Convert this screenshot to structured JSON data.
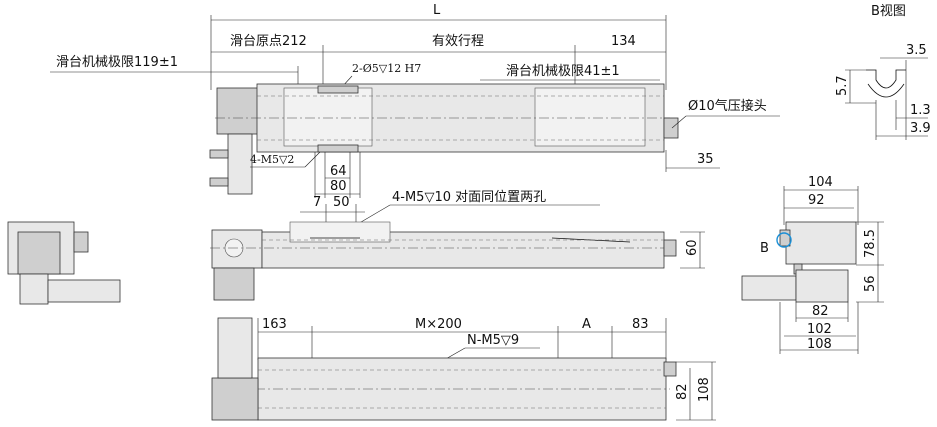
{
  "dimensions": {
    "L": "L",
    "slider_origin": "滑台原点212",
    "effective_stroke": "有效行程",
    "d134": "134",
    "limit_119": "滑台机械极限119±1",
    "limit_41": "滑台机械极限41±1",
    "pin_holes": "2-Ø5▽12 H7",
    "air_fitting": "Ø10气压接头",
    "d35": "35",
    "m5_tap2": "4-M5▽2",
    "d64": "64",
    "d80": "80",
    "d7": "7",
    "d50": "50",
    "m5_tap10": "4-M5▽10 对面同位置两孔",
    "d60": "60",
    "d163": "163",
    "m_x_200": "M×200",
    "dA": "A",
    "d83": "83",
    "n_m5": "N-M5▽9",
    "d82_side": "82",
    "d108_side": "108",
    "d104": "104",
    "d92": "92",
    "d78_5": "78.5",
    "d56": "56",
    "d82_end": "82",
    "d102": "102",
    "d108_end": "108",
    "label_B": "B"
  },
  "view_b": {
    "title": "B视图",
    "d3_5": "3.5",
    "d5_7": "5.7",
    "d1_3": "1.3",
    "d3_9": "3.9"
  }
}
